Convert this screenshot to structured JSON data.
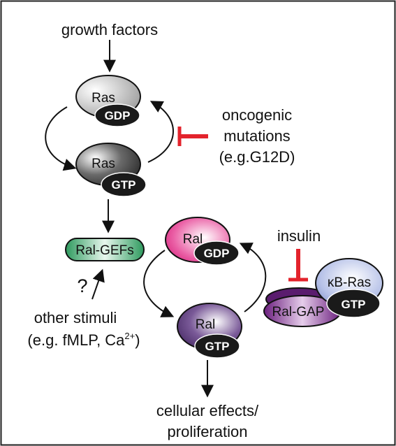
{
  "inputs": {
    "growth_factors": "growth factors",
    "oncogenic_line1": "oncogenic",
    "oncogenic_line2": "mutations",
    "oncogenic_line3": "(e.g.G12D)",
    "insulin": "insulin",
    "question_mark": "?",
    "other_stimuli_line1": "other stimuli",
    "other_stimuli_line2_prefix": "(e.g. fMLP, Ca",
    "other_stimuli_superscript": "2+",
    "other_stimuli_line2_suffix": ")"
  },
  "nodes": {
    "ras_gdp": {
      "label": "Ras",
      "nucleotide": "GDP"
    },
    "ras_gtp": {
      "label": "Ras",
      "nucleotide": "GTP"
    },
    "ral_gefs": {
      "label": "Ral-GEFs"
    },
    "ral_gdp": {
      "label": "Ral",
      "nucleotide": "GDP"
    },
    "ral_gtp": {
      "label": "Ral",
      "nucleotide": "GTP"
    },
    "ral_gap": {
      "label": "Ral-GAP"
    },
    "kb_ras": {
      "label": "κB-Ras",
      "nucleotide": "GTP"
    }
  },
  "outputs": {
    "line1": "cellular effects/",
    "line2": "proliferation"
  },
  "colors": {
    "inhibition": "#e3232c",
    "arrow": "#111111",
    "pill": "#1a1a1a",
    "ras_gdp": "#c8c8c8",
    "ras_gtp": "#555555",
    "ral_gefs": "#3aa56a",
    "ral_gdp": "#e0207e",
    "ral_gtp": "#5c3a78",
    "ral_gap": "#8a3a9a",
    "kb_ras": "#8a9ad0"
  }
}
